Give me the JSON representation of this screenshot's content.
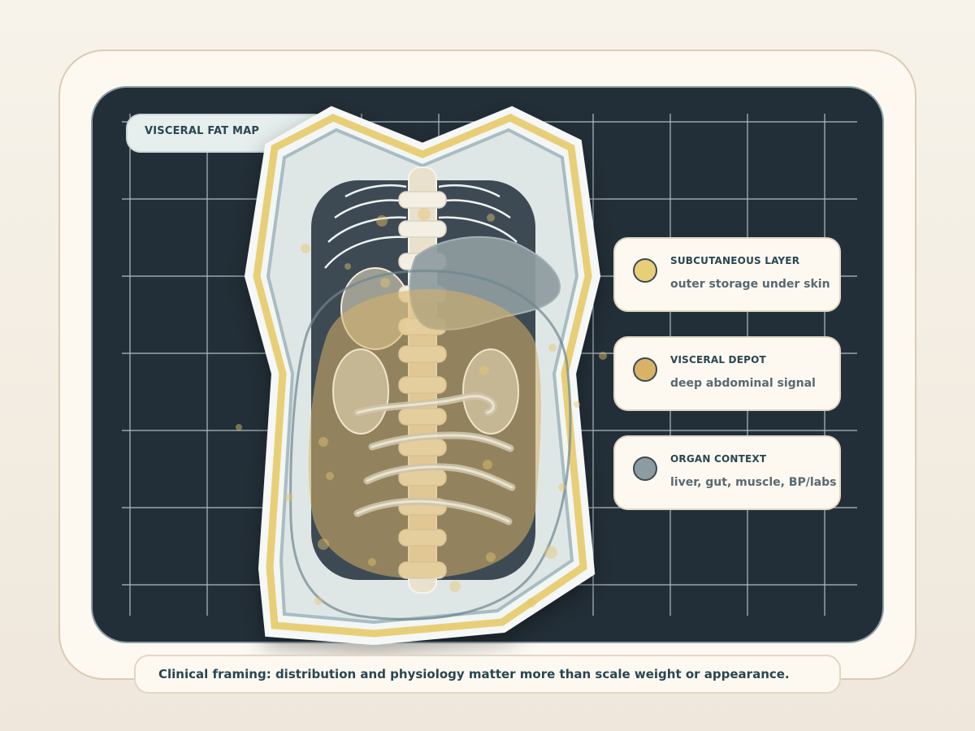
{
  "diagram": {
    "title": "VISCERAL FAT MAP",
    "caption": "Clinical framing: distribution and physiology matter more than scale weight or appearance.",
    "legend": [
      {
        "title": "SUBCUTANEOUS LAYER",
        "description": "outer storage under skin",
        "color": "#e8cf77"
      },
      {
        "title": "VISCERAL DEPOT",
        "description": "deep abdominal signal",
        "color": "#d8b266"
      },
      {
        "title": "ORGAN CONTEXT",
        "description": "liver, gut, muscle, BP/labs",
        "color": "#8e9ba0"
      }
    ],
    "colors": {
      "panel": "#232f38",
      "grid": "#c8d6dc",
      "subcutaneous": "#e8cf77",
      "visceral": "#d8b266",
      "organ": "#8e9ba0"
    }
  }
}
